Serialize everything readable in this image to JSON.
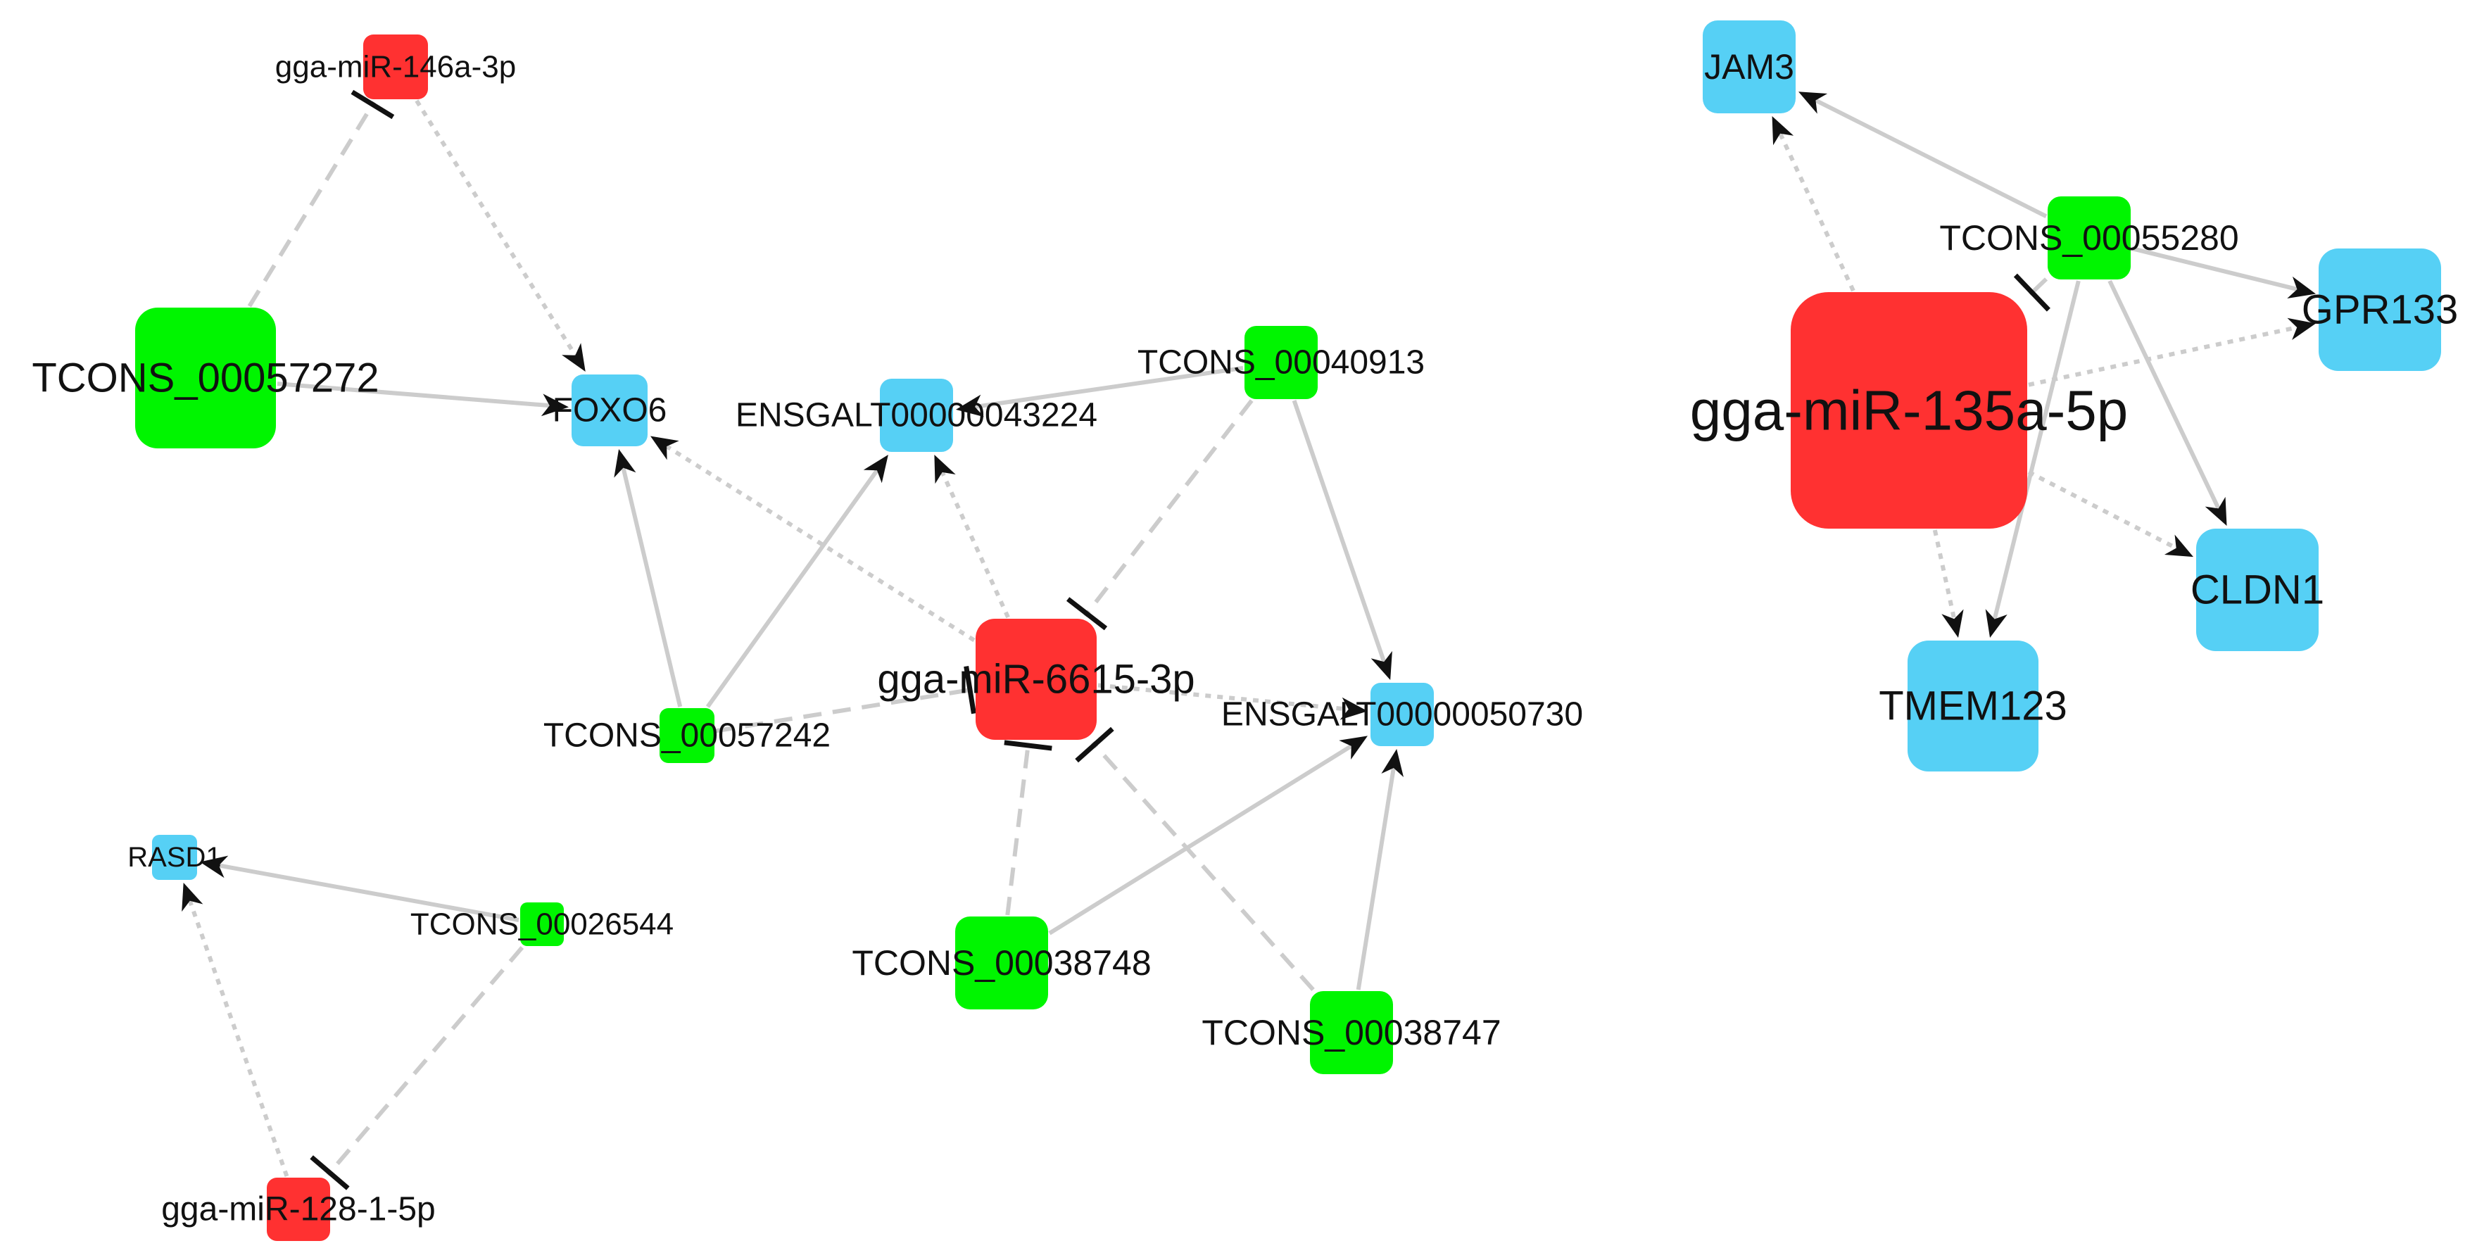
{
  "colors": {
    "mirna": "#ff3131",
    "lncrna": "#00f500",
    "mrna": "#56d0f5",
    "edge": "#cccccc",
    "arrowhead": "#111111"
  },
  "nodes": [
    {
      "id": "mir146",
      "label": "gga-miR-146a-3p",
      "type": "mirna"
    },
    {
      "id": "foxo6",
      "label": "FOXO6",
      "type": "mrna"
    },
    {
      "id": "tc57272",
      "label": "TCONS_00057272",
      "type": "lncrna"
    },
    {
      "id": "ens43224",
      "label": "ENSGALT00000043224",
      "type": "mrna"
    },
    {
      "id": "tc40913",
      "label": "TCONS_00040913",
      "type": "lncrna"
    },
    {
      "id": "mir6615",
      "label": "gga-miR-6615-3p",
      "type": "mirna"
    },
    {
      "id": "tc57242",
      "label": "TCONS_00057242",
      "type": "lncrna"
    },
    {
      "id": "ens50730",
      "label": "ENSGALT00000050730",
      "type": "mrna"
    },
    {
      "id": "tc38748",
      "label": "TCONS_00038748",
      "type": "lncrna"
    },
    {
      "id": "tc38747",
      "label": "TCONS_00038747",
      "type": "lncrna"
    },
    {
      "id": "rasd1",
      "label": "RASD1",
      "type": "mrna"
    },
    {
      "id": "tc26544",
      "label": "TCONS_00026544",
      "type": "lncrna"
    },
    {
      "id": "mir128",
      "label": "gga-miR-128-1-5p",
      "type": "mirna"
    },
    {
      "id": "jam3",
      "label": "JAM3",
      "type": "mrna"
    },
    {
      "id": "tc55280",
      "label": "TCONS_00055280",
      "type": "lncrna"
    },
    {
      "id": "gpr133",
      "label": "GPR133",
      "type": "mrna"
    },
    {
      "id": "mir135",
      "label": "gga-miR-135a-5p",
      "type": "mirna"
    },
    {
      "id": "cldn1",
      "label": "CLDN1",
      "type": "mrna"
    },
    {
      "id": "tmem123",
      "label": "TMEM123",
      "type": "mrna"
    }
  ],
  "edges": [
    {
      "from": "tc57272",
      "to": "mir146",
      "style": "dashed",
      "end": "tbar"
    },
    {
      "from": "mir146",
      "to": "foxo6",
      "style": "dotted",
      "end": "arrow"
    },
    {
      "from": "tc57272",
      "to": "foxo6",
      "style": "solid",
      "end": "arrow"
    },
    {
      "from": "mir6615",
      "to": "foxo6",
      "style": "dotted",
      "end": "arrow"
    },
    {
      "from": "mir6615",
      "to": "ens43224",
      "style": "dotted",
      "end": "arrow"
    },
    {
      "from": "tc40913",
      "to": "ens43224",
      "style": "solid",
      "end": "arrow"
    },
    {
      "from": "tc40913",
      "to": "ens50730",
      "style": "solid",
      "end": "arrow"
    },
    {
      "from": "tc40913",
      "to": "mir6615",
      "style": "dashed",
      "end": "tbar"
    },
    {
      "from": "tc57242",
      "to": "foxo6",
      "style": "solid",
      "end": "arrow"
    },
    {
      "from": "tc57242",
      "to": "ens43224",
      "style": "solid",
      "end": "arrow"
    },
    {
      "from": "tc57242",
      "to": "mir6615",
      "style": "dashed",
      "end": "tbar"
    },
    {
      "from": "mir6615",
      "to": "ens50730",
      "style": "dotted",
      "end": "arrow"
    },
    {
      "from": "tc38748",
      "to": "mir6615",
      "style": "dashed",
      "end": "tbar"
    },
    {
      "from": "tc38748",
      "to": "ens50730",
      "style": "solid",
      "end": "arrow"
    },
    {
      "from": "tc38747",
      "to": "mir6615",
      "style": "dashed",
      "end": "tbar"
    },
    {
      "from": "tc38747",
      "to": "ens50730",
      "style": "solid",
      "end": "arrow"
    },
    {
      "from": "tc26544",
      "to": "rasd1",
      "style": "solid",
      "end": "arrow"
    },
    {
      "from": "tc26544",
      "to": "mir128",
      "style": "dashed",
      "end": "tbar"
    },
    {
      "from": "mir128",
      "to": "rasd1",
      "style": "dotted",
      "end": "arrow"
    },
    {
      "from": "mir135",
      "to": "jam3",
      "style": "dotted",
      "end": "arrow"
    },
    {
      "from": "tc55280",
      "to": "jam3",
      "style": "solid",
      "end": "arrow"
    },
    {
      "from": "tc55280",
      "to": "gpr133",
      "style": "solid",
      "end": "arrow"
    },
    {
      "from": "tc55280",
      "to": "cldn1",
      "style": "solid",
      "end": "arrow"
    },
    {
      "from": "tc55280",
      "to": "tmem123",
      "style": "solid",
      "end": "arrow"
    },
    {
      "from": "tc55280",
      "to": "mir135",
      "style": "solid",
      "end": "tbar"
    },
    {
      "from": "mir135",
      "to": "gpr133",
      "style": "dotted",
      "end": "arrow"
    },
    {
      "from": "mir135",
      "to": "cldn1",
      "style": "dotted",
      "end": "arrow"
    },
    {
      "from": "mir135",
      "to": "tmem123",
      "style": "dotted",
      "end": "arrow"
    }
  ]
}
